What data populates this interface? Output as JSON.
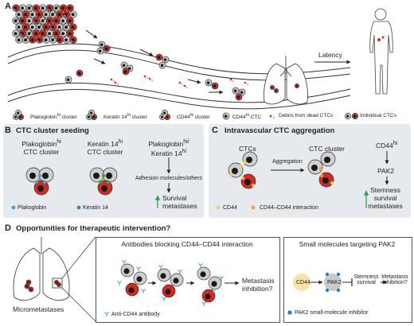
{
  "panelA": {
    "label": "A",
    "latency": "Latency",
    "legend": [
      {
        "text": "Plakoglobin",
        "sup": "hi",
        "after": " cluster",
        "icon": "plakoglobin-cluster-icon"
      },
      {
        "text": "Keratin 14",
        "sup": "hi",
        "after": " cluster",
        "icon": "keratin14-cluster-icon"
      },
      {
        "text": "CD44",
        "sup": "hi",
        "after": " cluster",
        "icon": "cd44-cluster-icon"
      },
      {
        "text": "CD44",
        "sup": "hi",
        "after": " CTC",
        "icon": "cd44-ctc-icon"
      },
      {
        "text": "Debris from dead CTCs",
        "sup": "",
        "after": "",
        "icon": "debris-icon"
      },
      {
        "text": "Individual CTCs",
        "sup": "",
        "after": "",
        "icon": "individual-ctc-icon"
      }
    ]
  },
  "panelB": {
    "label": "B",
    "title": "CTC cluster seeding",
    "col1": {
      "l1a": "Plakoglobin",
      "l1s": "hi",
      "l2": "CTC cluster"
    },
    "col2": {
      "l1a": "Keratin 14",
      "l1s": "hi",
      "l2": "CTC cluster"
    },
    "col3": {
      "l1a": "Plakoglobin",
      "l1s": "hi/",
      "l2a": "Keratin 14",
      "l2s": "hi"
    },
    "adhesion": "Adhesion molecules/others",
    "survival1": "Survival",
    "survival2": "metastases",
    "legend1": "Plakoglobin",
    "legend2": "Keratin 14"
  },
  "panelC": {
    "label": "C",
    "title": "Intravascular CTC aggregation",
    "ctcs": "CTCs",
    "aggregation": "Aggregation",
    "cluster": "CTC cluster",
    "cd44a": "CD44",
    "cd44s": "hi",
    "pak2": "PAK2",
    "stem1": "Stemness",
    "stem2": "survival",
    "stem3": "metastases",
    "legend1": "CD44",
    "legend2": "CD44–CD44 interaction"
  },
  "panelD": {
    "label": "D",
    "title": "Opportunities for therapeutic intervention?",
    "micromet": "Micrometastases",
    "antibody_title": "Antibodies blocking CD44–CD44 interaction",
    "met1": "Metastasis",
    "met2": "inhibition?",
    "antibody_legend": "Anti-CD44 antibody",
    "small_title": "Small molecules targeting PAK2",
    "cd44": "CD44",
    "pak2": "PAK2",
    "stem1": "Stemness",
    "stem2": "survival",
    "met3": "Metastasis",
    "met4": "inhibition?",
    "pak2_legend": "PAK2 small-molecule inhibitor"
  },
  "colors": {
    "cell_gray": "#cfcfcf",
    "nucleus": "#1a1a1a",
    "red_cell": "#d8291d",
    "plakoglobin": "#3aa9df",
    "keratin": "#2aa84a",
    "cd44": "#f2d04a",
    "cd44_interaction": "#f0a33a",
    "panel_bg": "#e6e9ee",
    "pak2_inhibitor": "#2b7cc3",
    "arrow_green": "#2aa84a"
  }
}
